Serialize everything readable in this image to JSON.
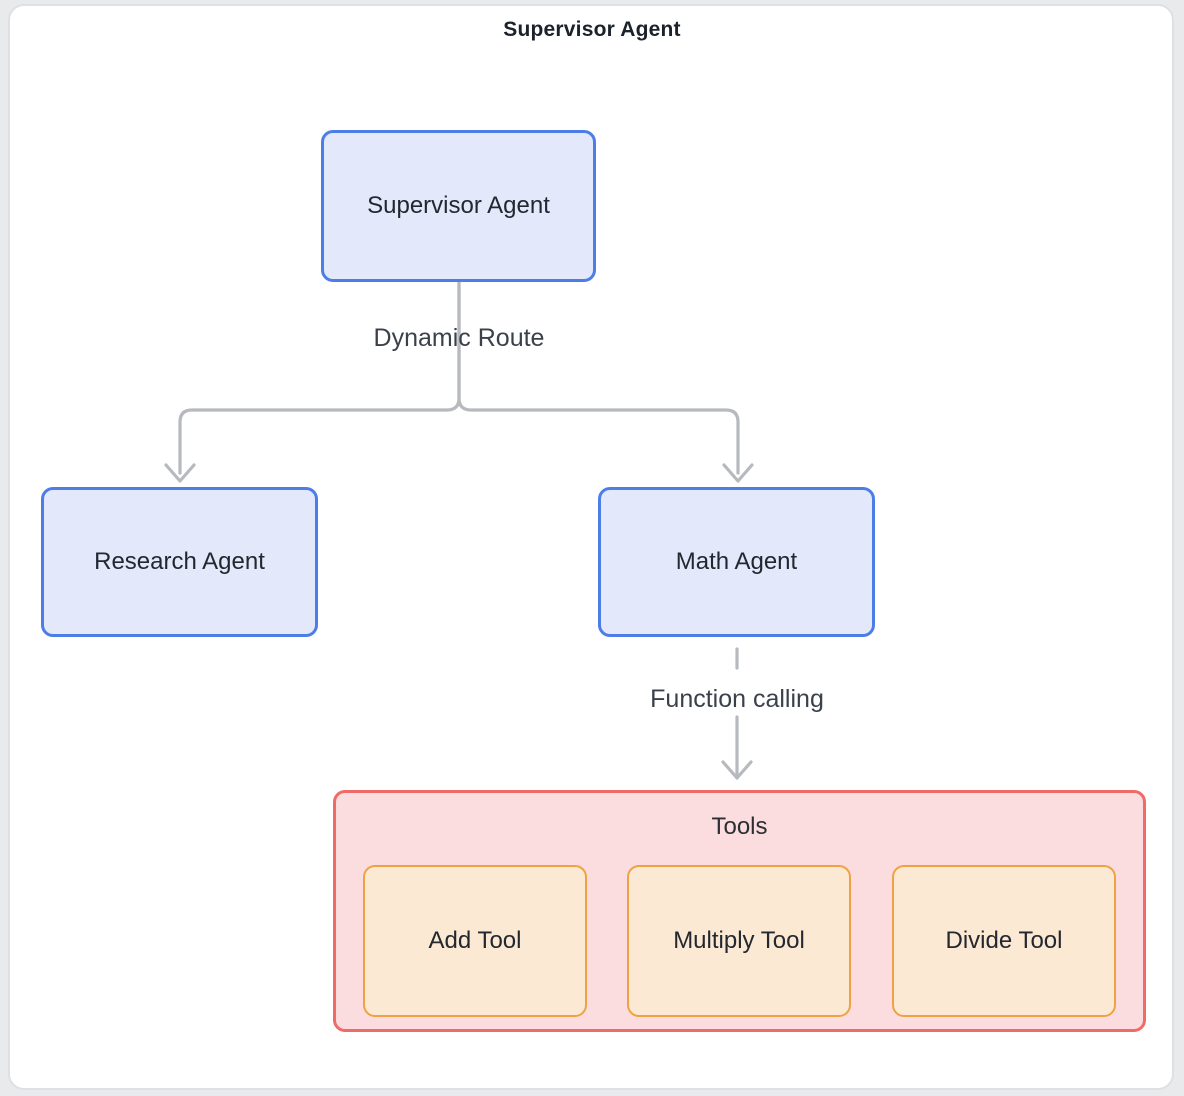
{
  "diagram": {
    "title": "Supervisor Agent",
    "nodes": {
      "supervisor": {
        "label": "Supervisor Agent",
        "type": "agent"
      },
      "research": {
        "label": "Research Agent",
        "type": "agent"
      },
      "math": {
        "label": "Math Agent",
        "type": "agent"
      },
      "tools_group": {
        "label": "Tools",
        "type": "subgraph"
      },
      "add": {
        "label": "Add Tool",
        "type": "tool"
      },
      "multiply": {
        "label": "Multiply Tool",
        "type": "tool"
      },
      "divide": {
        "label": "Divide Tool",
        "type": "tool"
      }
    },
    "edge_labels": {
      "dynamic_route": "Dynamic Route",
      "function_calling": "Function calling"
    },
    "edges": [
      {
        "from": "Supervisor Agent",
        "to": "Research Agent",
        "label": "Dynamic Route",
        "style": "solid"
      },
      {
        "from": "Supervisor Agent",
        "to": "Math Agent",
        "label": "Dynamic Route",
        "style": "solid"
      },
      {
        "from": "Math Agent",
        "to": "Tools",
        "label": "Function calling",
        "style": "dashed"
      }
    ],
    "colors": {
      "agent_fill": "#e3e9fb",
      "agent_border": "#4d7de6",
      "tools_group_fill": "#fbdde0",
      "tools_group_border": "#ee6b68",
      "tool_fill": "#fbe9d3",
      "tool_border": "#efa243",
      "connector_line": "#b6b9be",
      "node_text": "#23272f",
      "edge_label_text": "#3b414b",
      "title_text": "#1c222c",
      "frame_border": "#dfe0e4"
    }
  }
}
